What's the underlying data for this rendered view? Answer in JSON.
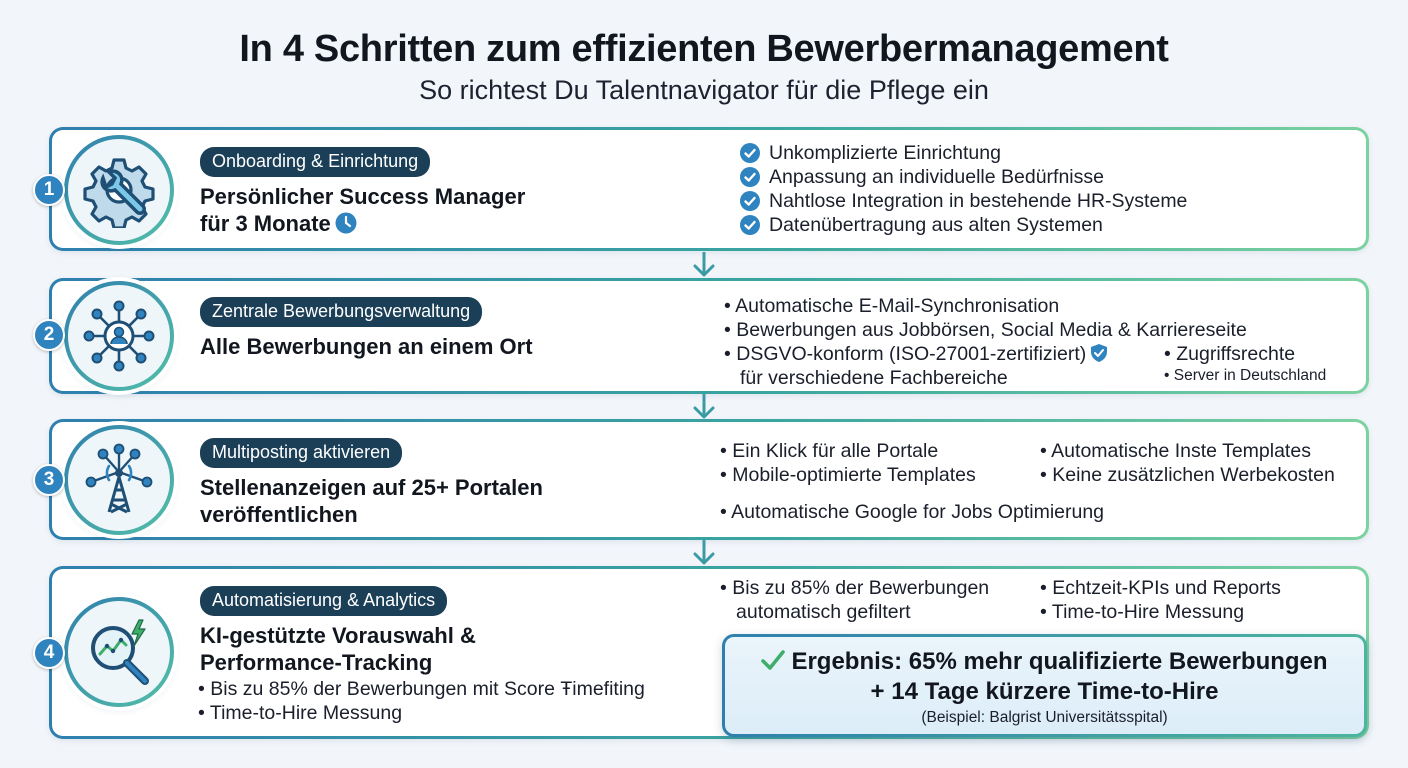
{
  "header": {
    "title": "In 4 Schritten zum effizienten Bewerbermanagement",
    "subtitle": "So richtest Du Talentnavigator für die Pflege ein"
  },
  "steps": [
    {
      "number": "1",
      "icon": "gear-wrench-icon",
      "pill": "Onboarding & Einrichtung",
      "headline": [
        "Persönlicher Success Manager",
        "für 3 Monate"
      ],
      "bullets": [
        "Unkomplizierte Einrichtung",
        "Anpassung an individuelle Bedürfnisse",
        "Nahtlose Integration in bestehende HR-Systeme",
        "Datenübertragung aus alten Systemen"
      ]
    },
    {
      "number": "2",
      "icon": "network-user-icon",
      "pill": "Zentrale Bewerbungsverwaltung",
      "headline": [
        "Alle Bewerbungen an einem Ort"
      ],
      "bullets": [
        "• Automatische E-Mail-Synchronisation",
        "• Bewerbungen aus Jobbörsen, Social Media & Karriereseite",
        "• DSGVO-konform (ISO-27001-zertifiziert)",
        "für verschiedene Fachbereiche"
      ],
      "side": [
        "• Zugriffsrechte",
        "• Server in Deutschland"
      ]
    },
    {
      "number": "3",
      "icon": "broadcast-tower-icon",
      "pill": "Multiposting aktivieren",
      "headline": [
        "Stellenanzeigen auf 25+ Portalen",
        "veröffentlichen"
      ],
      "bullets_left": [
        "• Ein Klick für alle Portale",
        "• Mobile-optimierte Templates"
      ],
      "bullets_right": [
        "• Automatische Inste Templates",
        "• Keine zusätzlichen Werbekosten"
      ],
      "bullet_bottom": "• Automatische Google for Jobs Optimierung"
    },
    {
      "number": "4",
      "icon": "analytics-magnifier-icon",
      "pill": "Automatisierung & Analytics",
      "headline": [
        "KI-gestützte Vorauswahl &",
        "Performance-Tracking"
      ],
      "bullets_below": [
        "• Bis zu 85% der Bewerbungen mit Score Ŧimefiting",
        "• Time-to-Hire Messung"
      ],
      "bullets_left": [
        "• Bis zu 85% der Bewerbungen",
        "automatisch gefiltert"
      ],
      "bullets_right": [
        "• Echtzeit-KPIs und Reports",
        "• Time-to-Hire Messung"
      ]
    }
  ],
  "result": {
    "line1": "Ergebnis: 65% mehr qualifizierte Bewerbungen",
    "line2": "+ 14 Tage kürzere Time-to-Hire",
    "note": "(Beispiel: Balgrist Universitätsspital)"
  },
  "colors": {
    "accent_blue": "#2f84bf",
    "pill_bg": "#1c3f58",
    "border_start": "#2f7fae",
    "border_end": "#7cd2a0",
    "check_green": "#3fae6a"
  }
}
